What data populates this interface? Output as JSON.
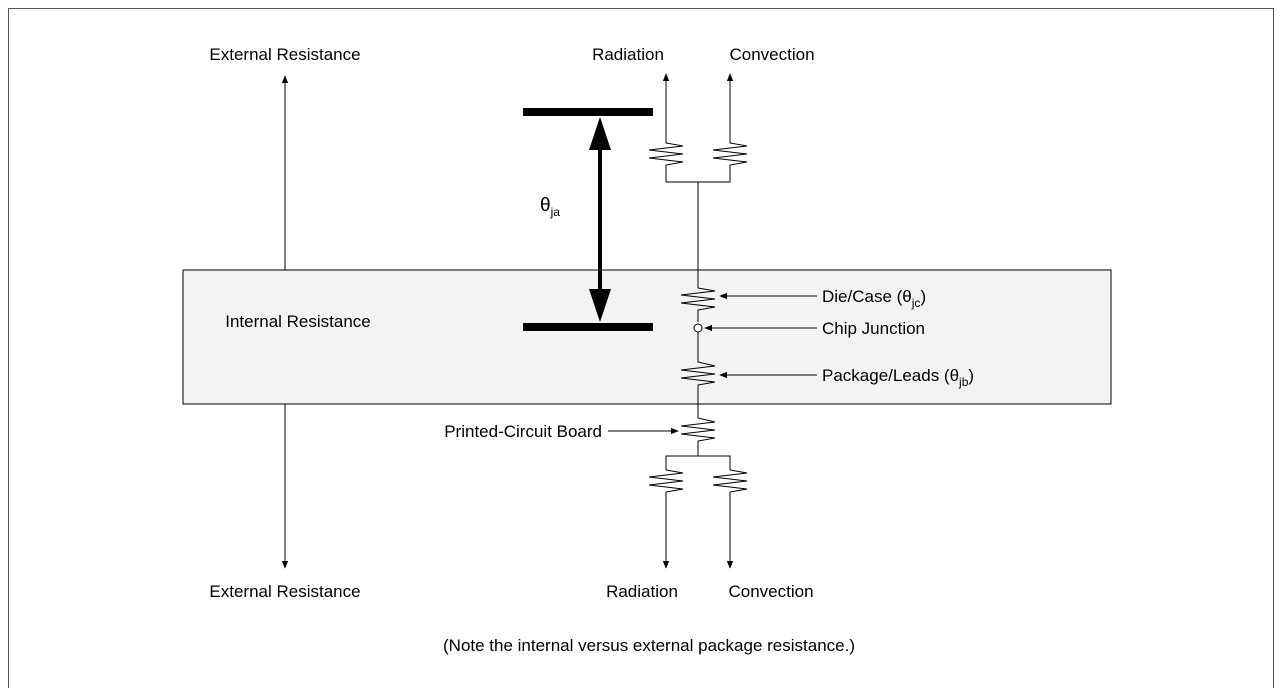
{
  "diagram": {
    "labels": {
      "external_top": "External Resistance",
      "external_bottom": "External Resistance",
      "internal": "Internal Resistance",
      "radiation_top": "Radiation",
      "convection_top": "Convection",
      "radiation_bottom": "Radiation",
      "convection_bottom": "Convection",
      "theta_symbol": "θ",
      "theta_ja_sub": "ja",
      "die_case": "Die/Case (θ",
      "die_case_sub": "jc",
      "die_case_close": ")",
      "chip_junction": "Chip Junction",
      "package_leads": "Package/Leads (θ",
      "package_leads_sub": "jb",
      "package_leads_close": ")",
      "pcb": "Printed-Circuit Board",
      "note": "(Note the internal versus external package resistance.)"
    },
    "colors": {
      "internal_box_fill": "#f4f3f1",
      "line": "#000000"
    }
  }
}
